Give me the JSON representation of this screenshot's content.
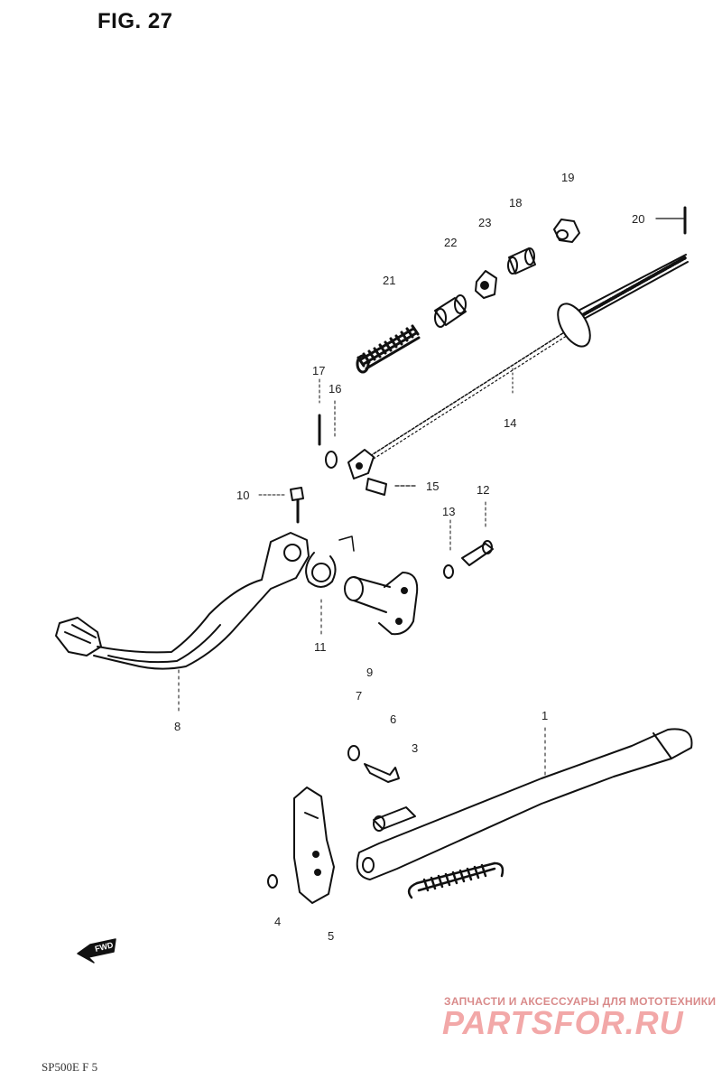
{
  "figure": {
    "title": "FIG. 27",
    "code": "SP500E F 5"
  },
  "callouts": [
    "1",
    "3",
    "4",
    "5",
    "6",
    "7",
    "8",
    "9",
    "10",
    "11",
    "12",
    "13",
    "14",
    "15",
    "16",
    "17",
    "18",
    "19",
    "20",
    "21",
    "22",
    "23"
  ],
  "direction_marker": {
    "text": "FWD",
    "icon": "fwd-arrow-icon"
  },
  "watermark": {
    "caption": "ЗАПЧАСТИ И АКСЕССУАРЫ ДЛЯ МОТОТЕХНИКИ",
    "logo": "PARTSFOR.RU",
    "color": "#f2a8a8"
  },
  "colors": {
    "ink": "#111111",
    "background": "#ffffff"
  }
}
